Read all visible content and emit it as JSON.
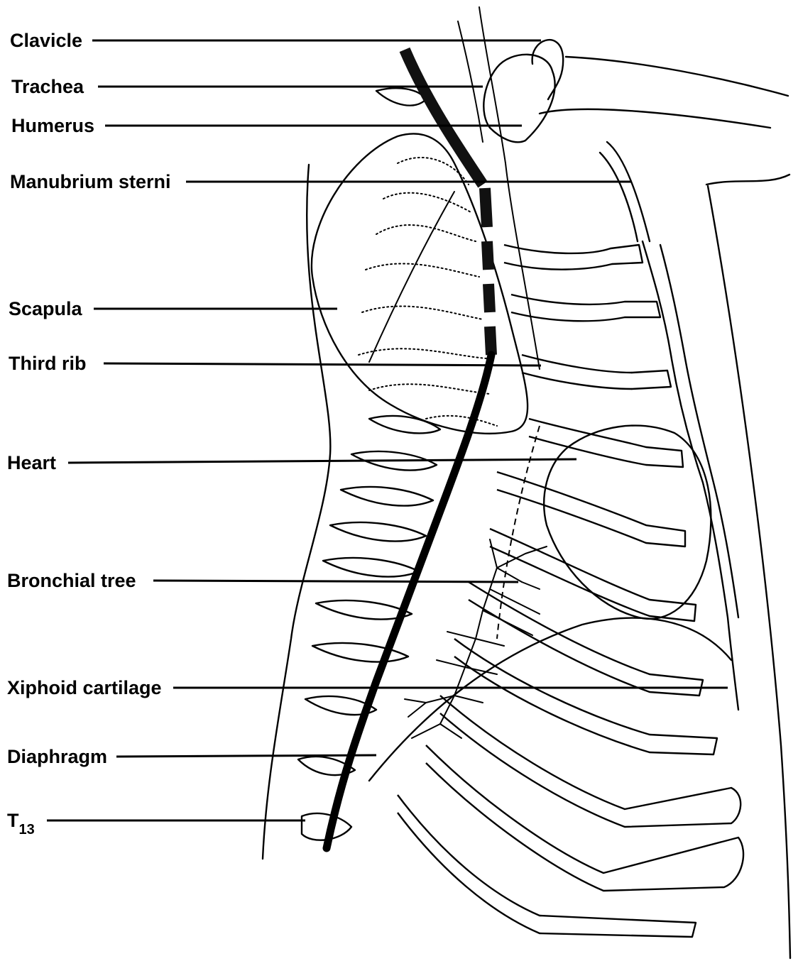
{
  "figure": {
    "labels": [
      {
        "id": "clavicle",
        "text": "Clavicle"
      },
      {
        "id": "trachea",
        "text": "Trachea"
      },
      {
        "id": "humerus",
        "text": "Humerus"
      },
      {
        "id": "manubrium",
        "text": "Manubrium sterni"
      },
      {
        "id": "scapula",
        "text": "Scapula"
      },
      {
        "id": "third-rib",
        "text": "Third rib"
      },
      {
        "id": "heart",
        "text": "Heart"
      },
      {
        "id": "bronchial-tree",
        "text": "Bronchial tree"
      },
      {
        "id": "xiphoid",
        "text": "Xiphoid cartilage"
      },
      {
        "id": "diaphragm",
        "text": "Diaphragm"
      }
    ],
    "t13": {
      "base": "T",
      "subscript": "13"
    }
  }
}
